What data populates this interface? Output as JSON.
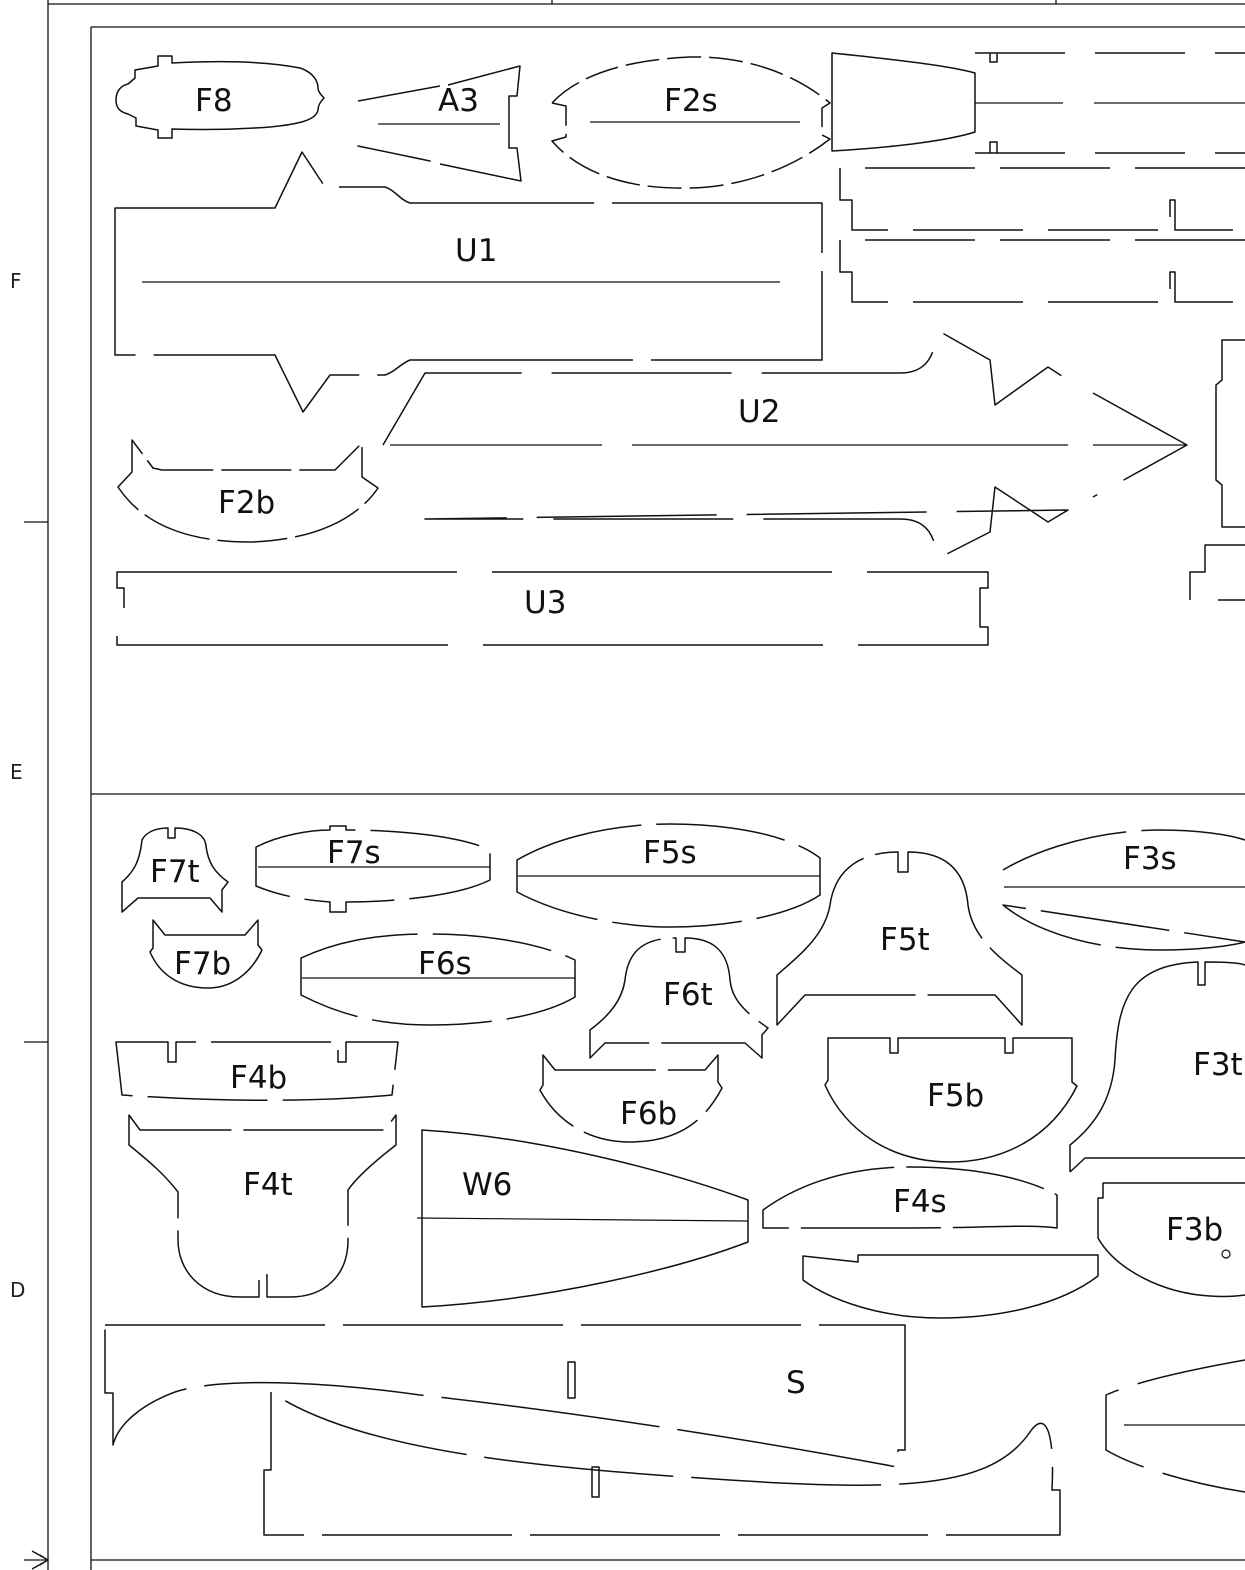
{
  "sheet": {
    "zone_labels": [
      "F",
      "E",
      "D"
    ]
  },
  "parts": {
    "F8": "F8",
    "A3": "A3",
    "F2s": "F2s",
    "U1": "U1",
    "U2": "U2",
    "F2b": "F2b",
    "U3": "U3",
    "F7t": "F7t",
    "F7s": "F7s",
    "F5s": "F5s",
    "F3s": "F3s",
    "F7b": "F7b",
    "F6s": "F6s",
    "F5t": "F5t",
    "F6t": "F6t",
    "F3t": "F3t",
    "F4b": "F4b",
    "F6b": "F6b",
    "F5b": "F5b",
    "F4t": "F4t",
    "W6": "W6",
    "F4s": "F4s",
    "F3b": "F3b",
    "S": "S"
  }
}
